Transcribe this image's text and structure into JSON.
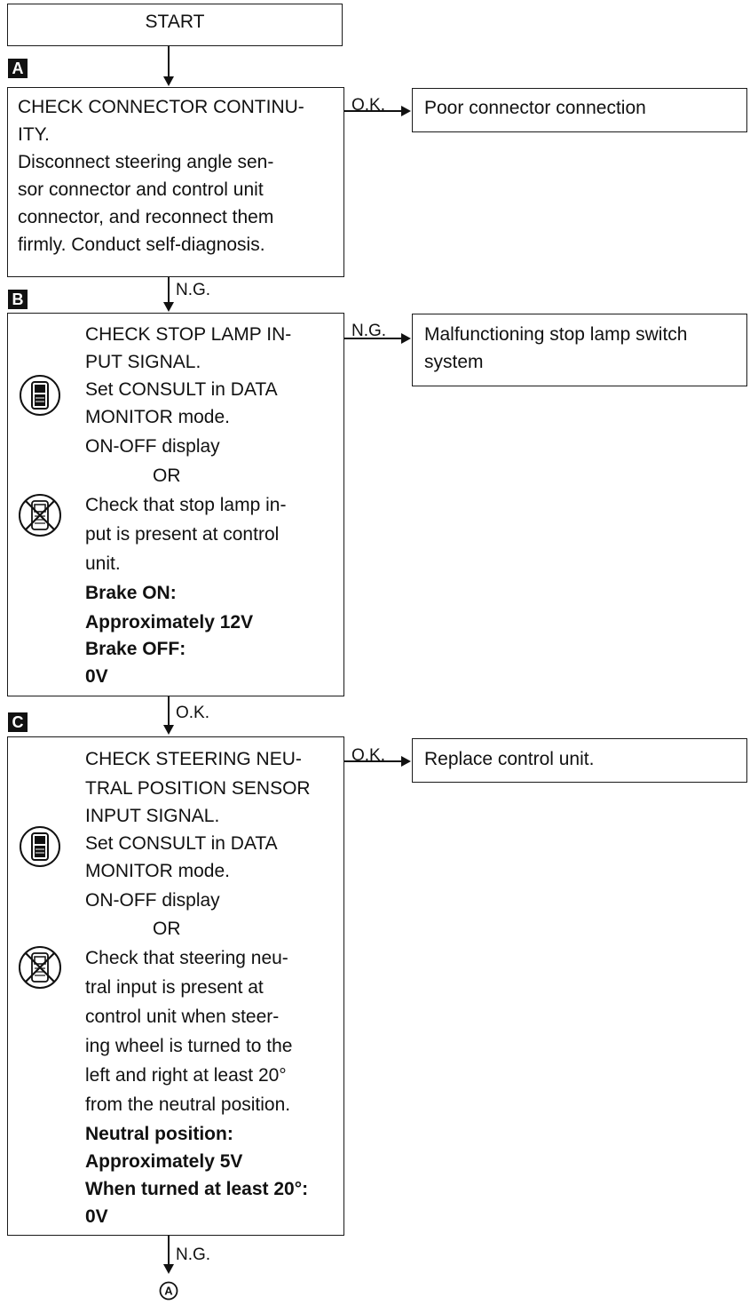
{
  "start": "START",
  "tags": {
    "a": "A",
    "b": "B",
    "c": "C"
  },
  "step_a": {
    "lines": [
      "CHECK CONNECTOR CONTINU-",
      "ITY.",
      "Disconnect steering angle sen-",
      "sor connector and control unit",
      "connector, and reconnect them",
      "firmly. Conduct self-diagnosis."
    ],
    "ok_label": "O.K.",
    "ok_result": "Poor connector connection",
    "ng_label": "N.G."
  },
  "step_b": {
    "lines": [
      "CHECK STOP LAMP IN-",
      "PUT SIGNAL.",
      "Set CONSULT in DATA",
      "MONITOR mode.",
      "ON-OFF display",
      "OR",
      "Check that stop lamp in-",
      "put is present at control",
      "unit."
    ],
    "spec_lines": [
      "Brake ON:",
      "Approximately 12V",
      "Brake OFF:",
      "0V"
    ],
    "ng_label": "N.G.",
    "ng_result_lines": [
      "Malfunctioning stop lamp switch",
      "system"
    ],
    "ok_label": "O.K."
  },
  "step_c": {
    "lines": [
      "CHECK STEERING NEU-",
      "TRAL POSITION SENSOR",
      "INPUT SIGNAL.",
      "Set CONSULT in DATA",
      "MONITOR mode.",
      "ON-OFF display",
      "OR",
      "Check that steering neu-",
      "tral input is present at",
      "control unit when steer-",
      "ing wheel is turned to the",
      "left and right at least 20°",
      "from the neutral position."
    ],
    "spec_lines": [
      "Neutral position:",
      "Approximately 5V",
      "When turned at least 20°:",
      "0V"
    ],
    "ok_label": "O.K.",
    "ok_result": "Replace control unit.",
    "ng_label": "N.G."
  },
  "end_connector": "A",
  "icons": [
    "consult-tester-icon",
    "no-consult-tester-icon"
  ]
}
